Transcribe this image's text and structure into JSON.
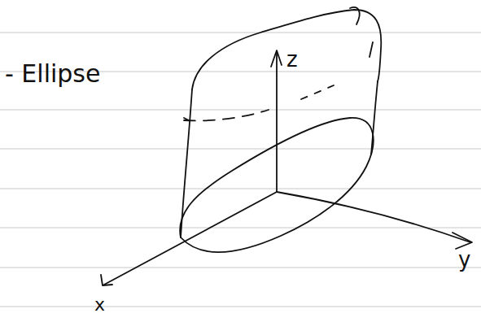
{
  "diagram": {
    "labels": [
      "- Ellipse",
      "z",
      "y",
      "x"
    ]
  }
}
